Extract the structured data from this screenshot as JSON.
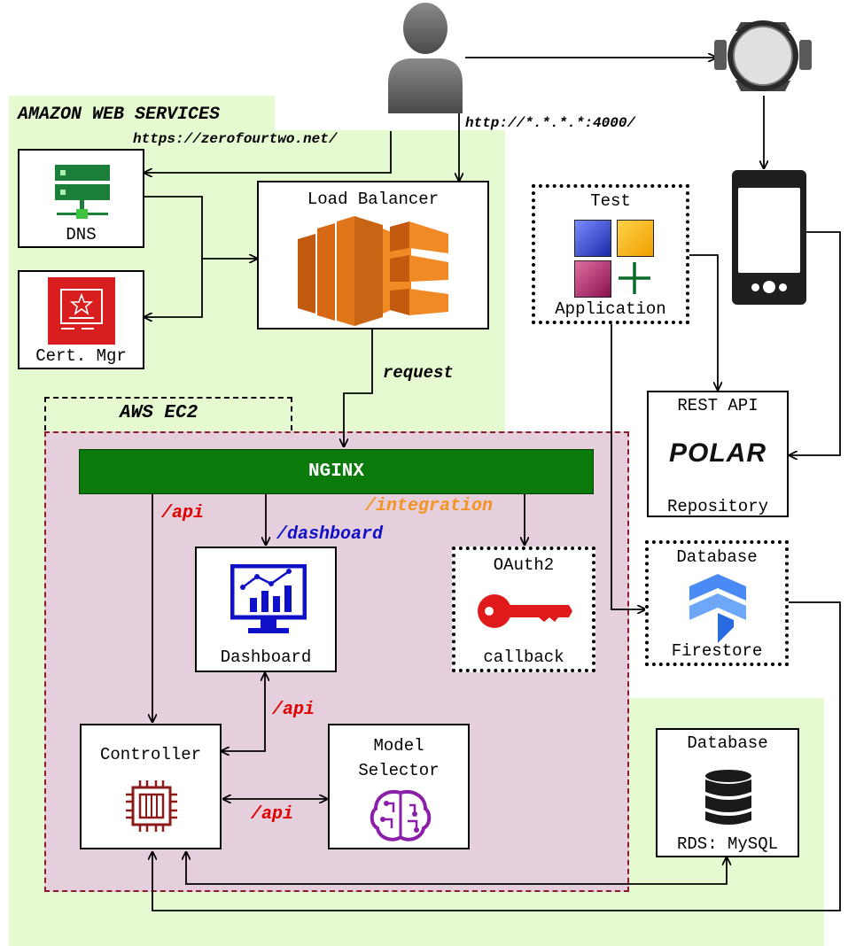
{
  "regions": {
    "aws_title": "AMAZON WEB SERVICES",
    "ec2_title": "AWS EC2"
  },
  "labels": {
    "https_url": "https://zerofourtwo.net/",
    "http_url": "http://*.*.*.*:4000/",
    "request": "request",
    "api_controller": "/api",
    "dashboard_route": "/dashboard",
    "integration_route": "/integration",
    "api_dashboard": "/api",
    "api_model": "/api"
  },
  "nodes": {
    "dns": "DNS",
    "cert_mgr": "Cert. Mgr",
    "load_balancer": "Load Balancer",
    "nginx": "NGINX",
    "dashboard": "Dashboard",
    "oauth_top": "OAuth2",
    "oauth_bottom": "callback",
    "controller": "Controller",
    "model_line1": "Model",
    "model_line2": "Selector",
    "test_top": "Test",
    "test_bottom": "Application",
    "rest_top": "REST API",
    "rest_logo": "POLAR",
    "rest_bottom": "Repository",
    "fs_top": "Database",
    "fs_bottom": "Firestore",
    "rds_top": "Database",
    "rds_bottom": "RDS: MySQL"
  },
  "colors": {
    "aws_region": "#e6fad2",
    "ec2_region": "#e6cfdc",
    "ec2_border": "#8b1a2b",
    "nginx": "#0a7a0a",
    "api_red": "#e00000",
    "dashboard_blue": "#1010c8",
    "integration_orange": "#f39321",
    "elb_orange": "#e0761a",
    "cert_red": "#d81e1e",
    "polar_red": "#d8102c"
  }
}
